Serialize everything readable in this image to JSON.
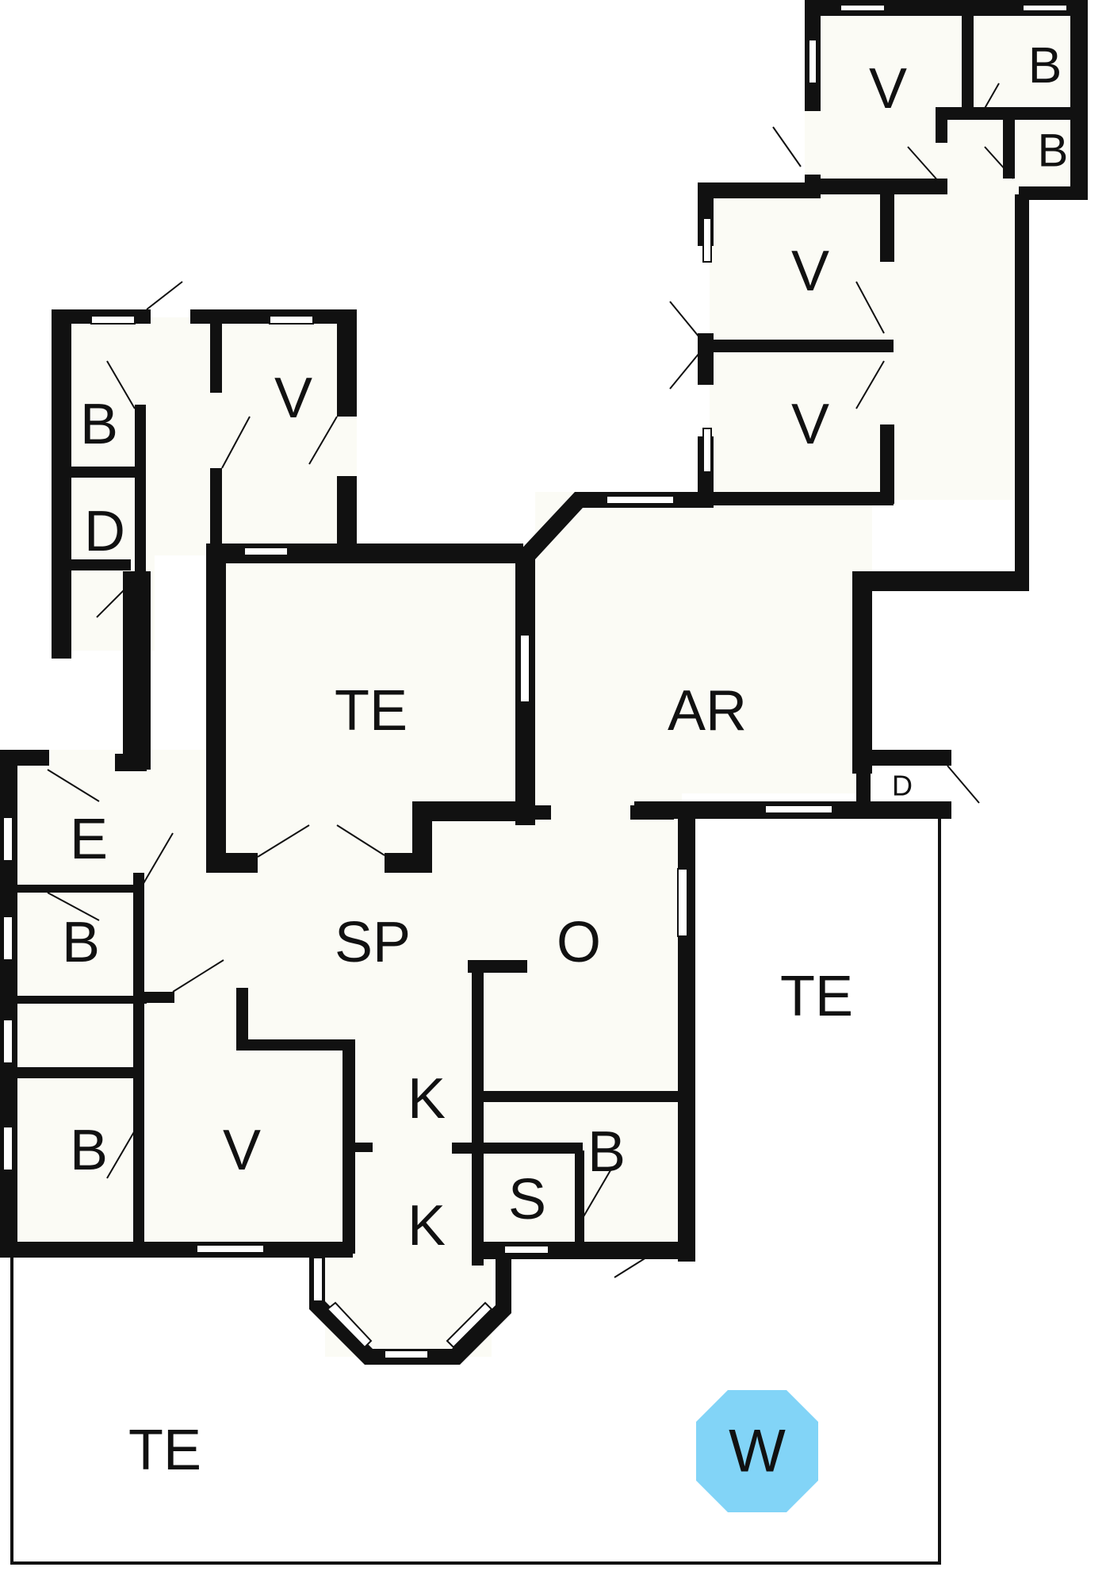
{
  "rooms": {
    "v_top": "V",
    "b_top_upper": "B",
    "b_top_lower": "B",
    "v_mid_upper": "V",
    "v_mid_lower": "V",
    "b_left_top": "B",
    "d_left": "D",
    "v_left_top": "V",
    "te_center": "TE",
    "ar": "AR",
    "d_small": "D",
    "e_left": "E",
    "b_left_mid": "B",
    "sp": "SP",
    "o": "O",
    "te_right": "TE",
    "k_upper": "K",
    "k_lower": "K",
    "b_bottom_left": "B",
    "v_bottom": "V",
    "b_bottom_right": "B",
    "s": "S",
    "te_bottom": "TE"
  },
  "pool": {
    "label": "W",
    "color": "#82d4f7",
    "label_color": "#111111"
  },
  "colors": {
    "wall": "#111111",
    "floor": "#fbfbf5"
  }
}
